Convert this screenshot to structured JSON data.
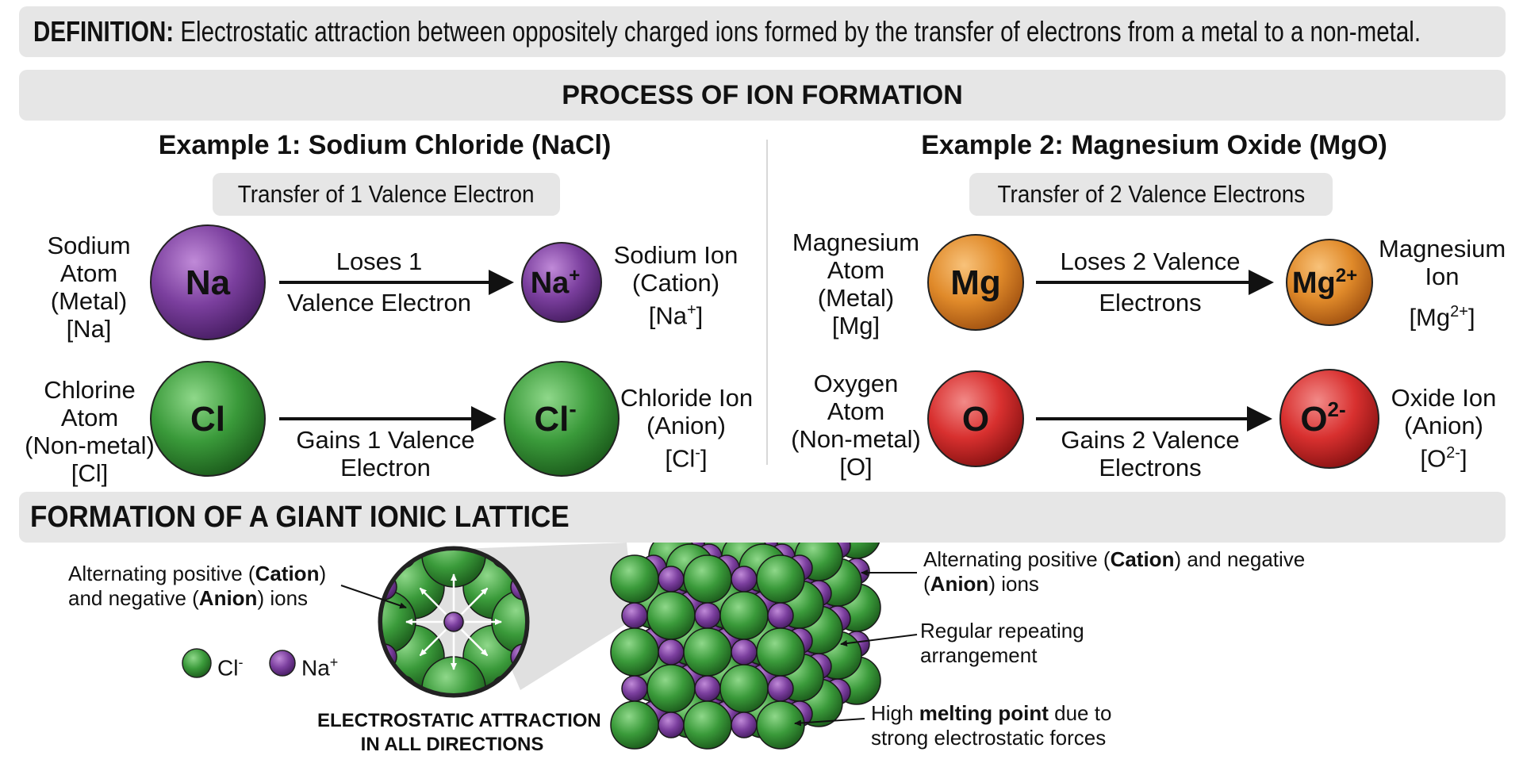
{
  "definition": {
    "label": "DEFINITION:",
    "text": "Electrostatic attraction between oppositely charged ions formed by the transfer of electrons from a metal to a non-metal."
  },
  "process": {
    "title": "PROCESS OF ION FORMATION",
    "example1": {
      "title": "Example 1: Sodium Chloride (NaCl)",
      "subtitle": "Transfer of 1 Valence Electron",
      "row1": {
        "atom_label": [
          "Sodium",
          "Atom",
          "(Metal)",
          "[Na]"
        ],
        "atom_symbol": "Na",
        "arrow_top": "Loses 1",
        "arrow_bottom": "Valence Electron",
        "ion_symbol": "Na",
        "ion_charge": "+",
        "ion_label": [
          "Sodium Ion",
          "(Cation)"
        ],
        "ion_formula": "[Na",
        "ion_formula_charge": "+",
        "ion_formula_end": "]"
      },
      "row2": {
        "atom_label": [
          "Chlorine",
          "Atom",
          "(Non-metal)",
          "[Cl]"
        ],
        "atom_symbol": "Cl",
        "arrow_top": "Gains 1 Valence",
        "arrow_bottom": "Electron",
        "ion_symbol": "Cl",
        "ion_charge": "-",
        "ion_label": [
          "Chloride Ion",
          "(Anion)"
        ],
        "ion_formula": "[Cl",
        "ion_formula_charge": "-",
        "ion_formula_end": "]"
      }
    },
    "example2": {
      "title": "Example 2: Magnesium Oxide (MgO)",
      "subtitle": "Transfer of 2 Valence Electrons",
      "row1": {
        "atom_label": [
          "Magnesium",
          "Atom",
          "(Metal)",
          "[Mg]"
        ],
        "atom_symbol": "Mg",
        "arrow_top": "Loses 2 Valence",
        "arrow_bottom": "Electrons",
        "ion_symbol": "Mg",
        "ion_charge": "2+",
        "ion_label": [
          "Magnesium",
          "Ion"
        ],
        "ion_formula": "[Mg",
        "ion_formula_charge": "2+",
        "ion_formula_end": "]"
      },
      "row2": {
        "atom_label": [
          "Oxygen",
          "Atom",
          "(Non-metal)",
          "[O]"
        ],
        "atom_symbol": "O",
        "arrow_top": "",
        "arrow_bottom": "Gains 2 Valence",
        "arrow_bottom2": "Electrons",
        "ion_symbol": "O",
        "ion_charge": "2-",
        "ion_label": [
          "Oxide Ion",
          "(Anion)"
        ],
        "ion_formula": "[O",
        "ion_formula_charge": "2-",
        "ion_formula_end": "]"
      }
    }
  },
  "lattice": {
    "title": "FORMATION OF A GIANT IONIC LATTICE",
    "left_note": {
      "pre": "Alternating positive (",
      "cation": "Cation",
      "mid": ")",
      "line2_pre": "and negative (",
      "anion": "Anion",
      "line2_post": ") ions"
    },
    "legend": {
      "cl": "Cl",
      "cl_charge": "-",
      "na": "Na",
      "na_charge": "+"
    },
    "caption": [
      "ELECTROSTATIC ATTRACTION",
      "IN ALL DIRECTIONS"
    ],
    "right_notes": {
      "note1": {
        "pre": "Alternating positive (",
        "cation": "Cation",
        "mid": ") and negative",
        "line2_pre": "(",
        "anion": "Anion",
        "line2_post": ") ions"
      },
      "note2": [
        "Regular repeating",
        "arrangement"
      ],
      "note3": {
        "pre": "High ",
        "bold": "melting point",
        "post": " due to",
        "line2": "strong electrostatic forces"
      }
    }
  },
  "colors": {
    "sodium": "#7b3f9e",
    "chlorine": "#3a9a3a",
    "magnesium": "#e08a2a",
    "oxygen": "#d8302f",
    "panel": "#e6e6e6"
  }
}
